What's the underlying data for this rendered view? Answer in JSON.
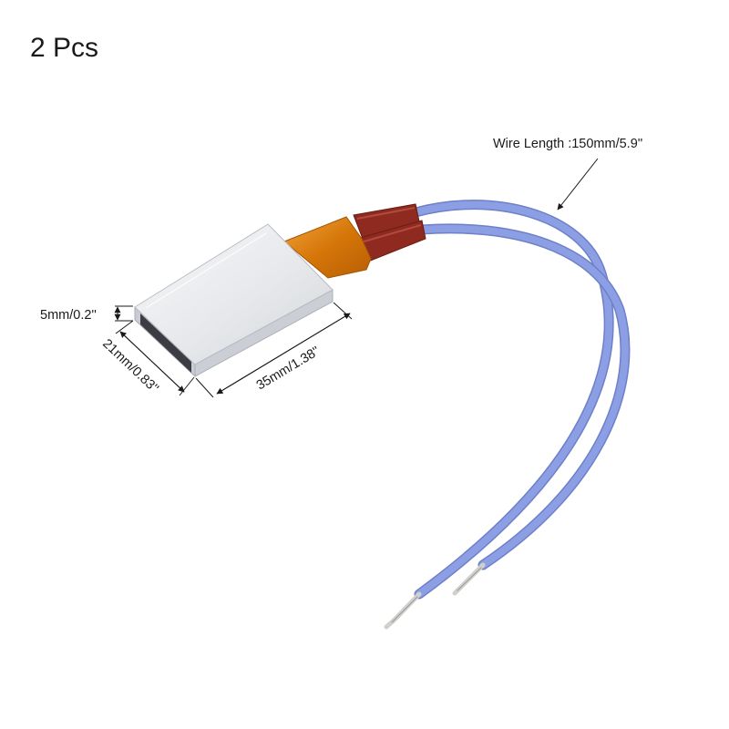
{
  "title": "2 Pcs",
  "labels": {
    "wire_length": "Wire Length :150mm/5.9''",
    "thickness": "5mm/0.2''",
    "width": "21mm/0.83''",
    "length": "35mm/1.38''"
  },
  "colors": {
    "wire": "#8d9fe4",
    "wire_edge": "#6d80c8",
    "sleeve": "#8e2a1f",
    "tape": "#e0860f",
    "body_top": "#e9ebee",
    "body_side": "#c9cdd3",
    "slot": "#3b3d42",
    "tip": "#d0d0cc"
  }
}
